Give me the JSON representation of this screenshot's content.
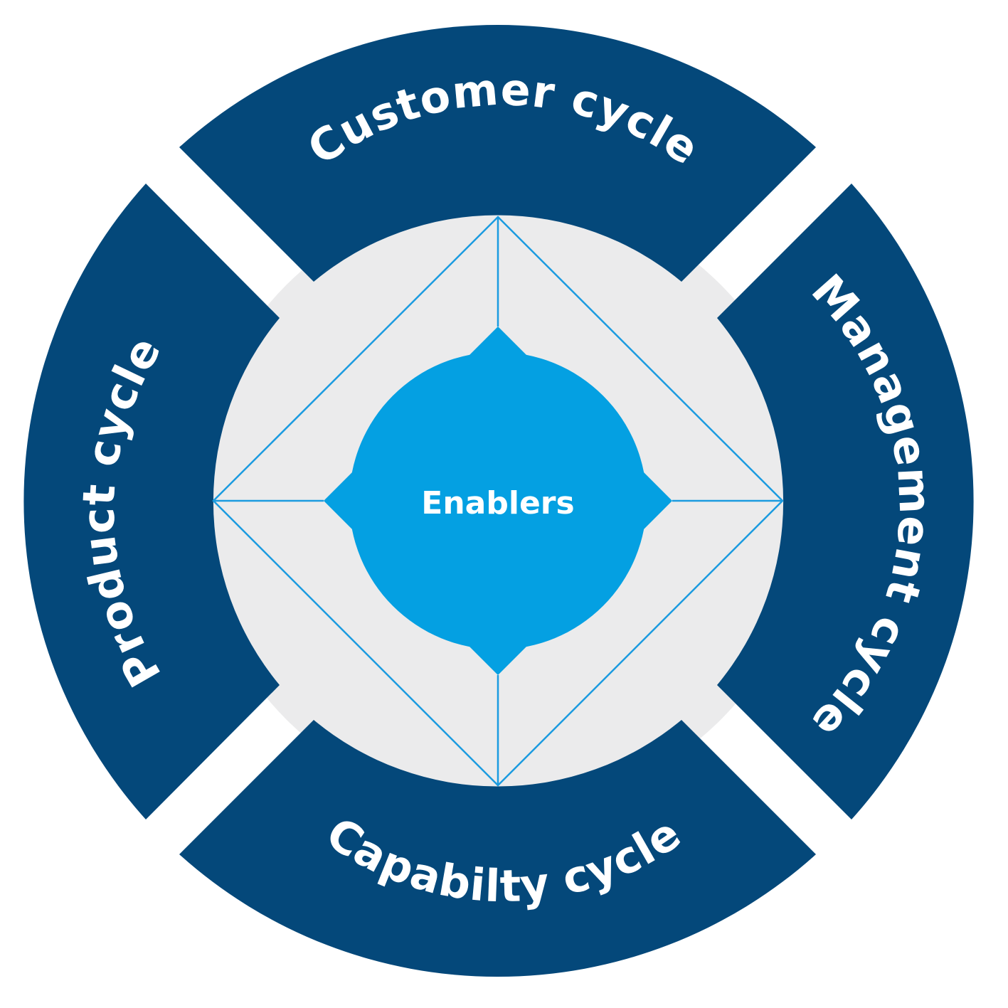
{
  "colors": {
    "segment": "#04487a",
    "inner_disc": "#ebebec",
    "enablers": "#04a0e2",
    "diamond_line": "#1b9be0",
    "label_text": "#ffffff",
    "background": "#ffffff"
  },
  "segments": {
    "top": {
      "label": "Customer cycle"
    },
    "right": {
      "label": "Management cycle"
    },
    "bottom": {
      "label": "Capabilty cycle"
    },
    "left": {
      "label": "Product cycle"
    }
  },
  "center": {
    "label": "Enablers"
  }
}
